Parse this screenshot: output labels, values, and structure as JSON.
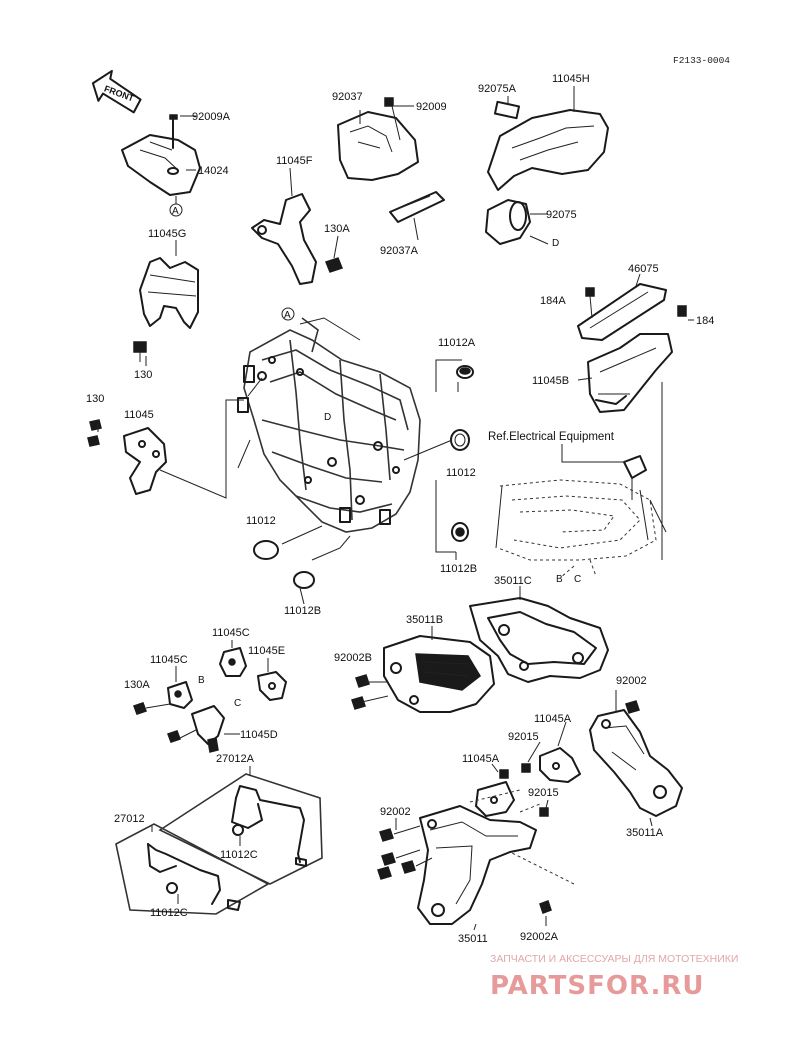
{
  "figure_code": "F2133-0004",
  "front_label": "FRONT",
  "reference_note": "Ref.Electrical Equipment",
  "circle_marks": [
    "A",
    "A"
  ],
  "letter_marks": [
    "D",
    "D",
    "B",
    "C",
    "B",
    "C"
  ],
  "part_labels": [
    "92009A",
    "14024",
    "11045G",
    "130",
    "92037",
    "92009",
    "92037A",
    "11045F",
    "130A",
    "92075A",
    "11045H",
    "92075",
    "46075",
    "184A",
    "184",
    "11045B",
    "11012A",
    "11012",
    "130",
    "11045",
    "11012",
    "11012B",
    "11012B",
    "35011C",
    "35011B",
    "92002B",
    "11045C",
    "11045C",
    "11045E",
    "130A",
    "11045D",
    "92002",
    "11045A",
    "92015",
    "11045A",
    "92015",
    "35011A",
    "92002",
    "35011",
    "92002A",
    "27012A",
    "27012",
    "11012C",
    "11012C"
  ],
  "watermark": {
    "caption": "ЗАПЧАСТИ И АКСЕССУАРЫ ДЛЯ МОТОТЕХНИКИ",
    "brand": "PARTSFOR.RU",
    "color": "#e69a9a"
  }
}
